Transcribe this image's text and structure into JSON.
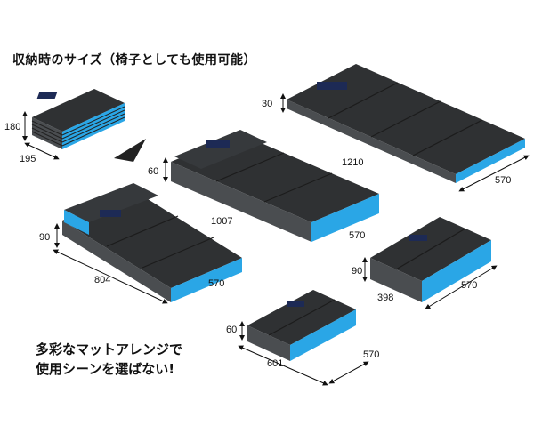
{
  "title": "収納時のサイズ（椅子としても使用可能）",
  "caption_line1": "多彩なマットアレンジで",
  "caption_line2": "使用シーンを選ばない!",
  "colors": {
    "mat_top": "#2f3133",
    "mat_side": "#4a4d50",
    "accent": "#2aa6e6",
    "line": "#111111"
  },
  "mats": [
    {
      "id": "stored",
      "height": "180",
      "width": "195"
    },
    {
      "id": "mat-1210",
      "height": "30",
      "length": "1210",
      "width": "570"
    },
    {
      "id": "mat-1007",
      "height": "60",
      "length": "1007",
      "width": "570"
    },
    {
      "id": "mat-804",
      "height": "90",
      "length": "804",
      "width": "570"
    },
    {
      "id": "mat-398",
      "height": "90",
      "length": "398",
      "width": "570"
    },
    {
      "id": "mat-601",
      "height": "60",
      "length": "601",
      "width": "570"
    }
  ]
}
